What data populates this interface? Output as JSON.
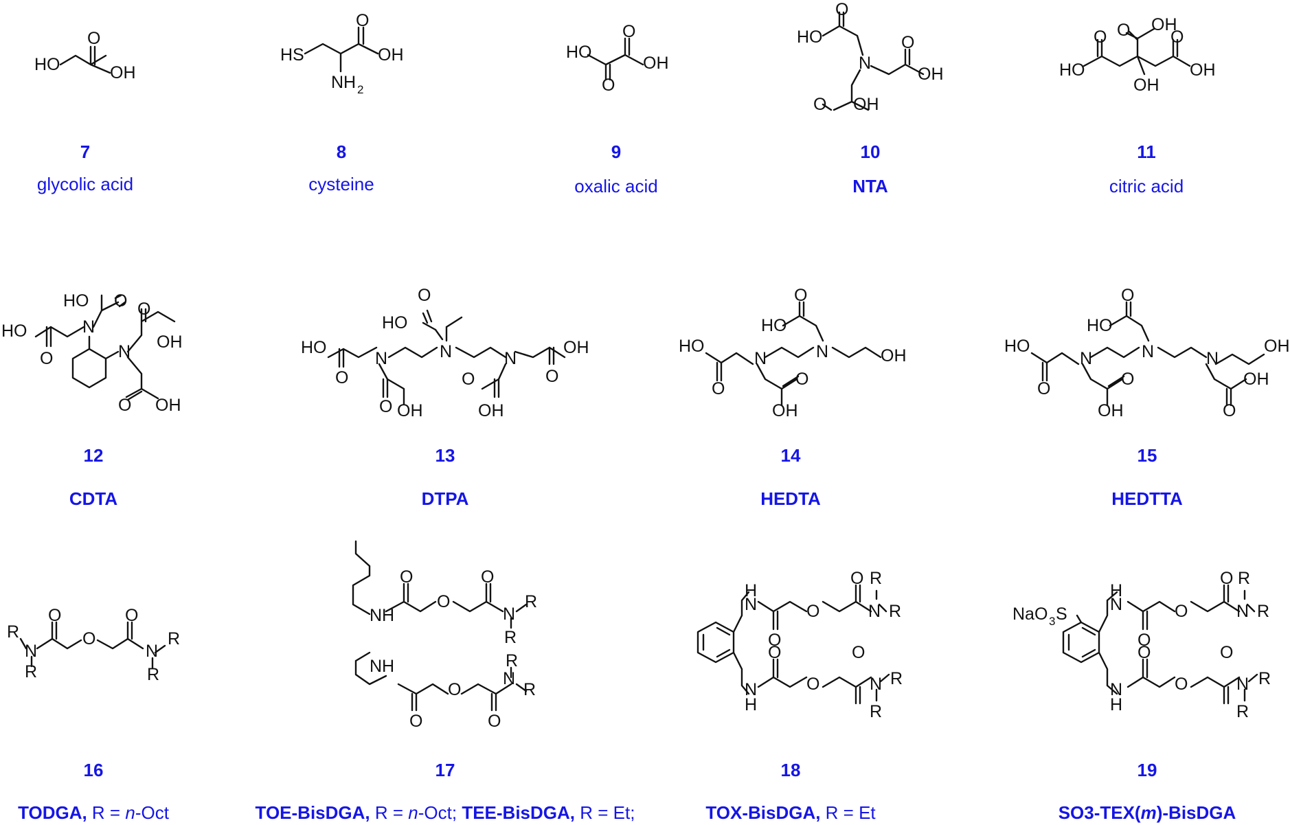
{
  "atoms": {
    "ho": "HO",
    "oh": "OH",
    "o": "O",
    "n": "N",
    "nh": "NH",
    "h": "H",
    "hs": "HS",
    "nh2": "NH",
    "sub2": "2",
    "sub3": "3",
    "r": "R",
    "na": "NaO",
    "s": "S"
  },
  "compounds": [
    {
      "num": "7",
      "name": "glycolic acid"
    },
    {
      "num": "8",
      "name": "cysteine"
    },
    {
      "num": "9",
      "name": "oxalic acid"
    },
    {
      "num": "10",
      "name": "NTA"
    },
    {
      "num": "11",
      "name": "citric acid"
    },
    {
      "num": "12",
      "name": "CDTA"
    },
    {
      "num": "13",
      "name": "DTPA"
    },
    {
      "num": "14",
      "name": "HEDTA"
    },
    {
      "num": "15",
      "name": "HEDTTA"
    },
    {
      "num": "16",
      "name": "TODGA,",
      "rest": " R = ",
      "italic": "n",
      "tail": "-Oct"
    },
    {
      "num": "17",
      "name": "TOE-BisDGA,",
      "rest": " R = ",
      "italic": "n",
      "tail": "-Oct; ",
      "name2": "TEE-BisDGA,",
      "rest2": " R = Et;"
    },
    {
      "num": "18",
      "name": "TOX-BisDGA,",
      "rest": " R = Et"
    },
    {
      "num": "19",
      "name": "SO3-TEX(",
      "italic": "m",
      "tail": ")-BisDGA"
    }
  ]
}
